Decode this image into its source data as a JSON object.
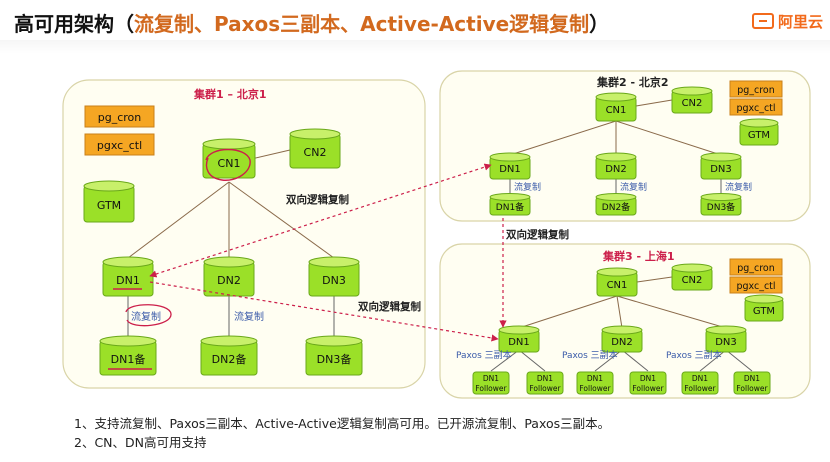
{
  "slide": {
    "title_prefix": "高可用架构（",
    "title_highlight": "流复制、Paxos三副本、Active-Active逻辑复制",
    "title_suffix": "）",
    "logo_text": "阿里云"
  },
  "colors": {
    "node_fill": "#9be028",
    "node_top": "#c8f06a",
    "tag_fill": "#f5a623",
    "panel_fill": "#fffef2",
    "panel_stroke": "#d9d4a8",
    "link_red": "#cc1f4a",
    "label_blue": "#3b5ba9",
    "title_orange": "#d2691e"
  },
  "clusters": {
    "c1": {
      "label": "集群1 – 北京1",
      "cn1": "CN1",
      "cn2": "CN2",
      "gtm": "GTM",
      "tags": [
        "pg_cron",
        "pgxc_ctl"
      ],
      "dn": [
        "DN1",
        "DN2",
        "DN3"
      ],
      "standby": [
        "DN1备",
        "DN2备",
        "DN3备"
      ],
      "stream": [
        "流复制",
        "流复制"
      ]
    },
    "c2": {
      "label": "集群2 - 北京2",
      "cn1": "CN1",
      "cn2": "CN2",
      "gtm": "GTM",
      "tags": [
        "pg_cron",
        "pgxc_ctl"
      ],
      "dn": [
        "DN1",
        "DN2",
        "DN3"
      ],
      "standby": [
        "DN1备",
        "DN2备",
        "DN3备"
      ],
      "stream": [
        "流复制",
        "流复制",
        "流复制"
      ]
    },
    "c3": {
      "label": "集群3 - 上海1",
      "cn1": "CN1",
      "cn2": "CN2",
      "gtm": "GTM",
      "tags": [
        "pg_cron",
        "pgxc_ctl"
      ],
      "dn": [
        "DN1",
        "DN2",
        "DN3"
      ],
      "paxos": [
        "Paxos 三副本",
        "Paxos 三副本",
        "Paxos 三副本"
      ],
      "follower_l1": "DN1",
      "follower_l2": "Follower"
    }
  },
  "links": {
    "bidir_a": "双向逻辑复制",
    "bidir_b": "双向逻辑复制",
    "bidir_c": "双向逻辑复制"
  },
  "notes": [
    "1、支持流复制、Paxos三副本、Active-Active逻辑复制高可用。已开源流复制、Paxos三副本。",
    "2、CN、DN高可用支持"
  ]
}
